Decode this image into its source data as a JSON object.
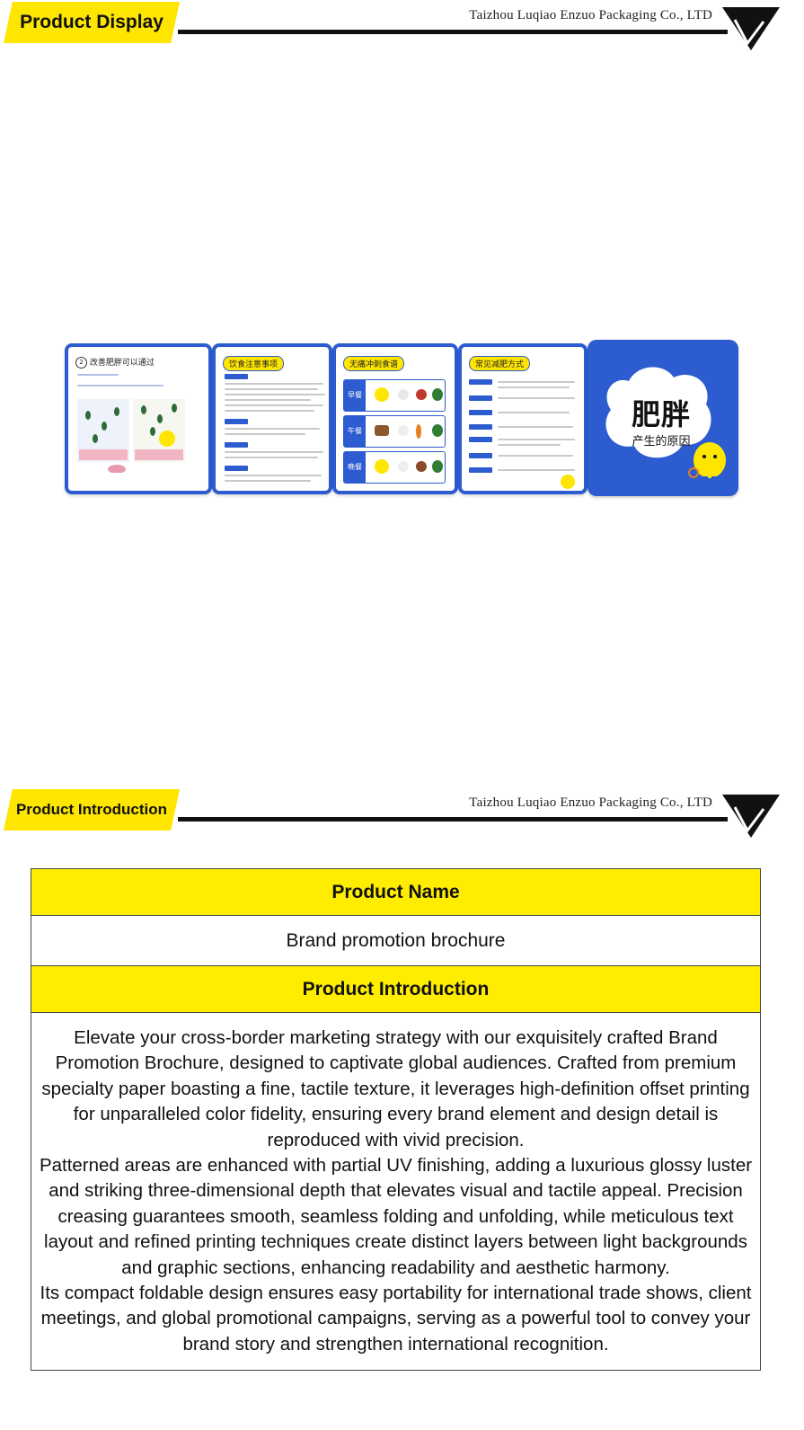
{
  "header_display": {
    "tag": "Product Display",
    "company": "Taizhou Luqiao Enzuo Packaging Co., LTD"
  },
  "brochure": {
    "panel1_title": "改善肥胖可以通过",
    "panel2_title": "饮食注意事项",
    "panel3_title": "无痛冲刺食谱",
    "panel3_meals": [
      "早餐",
      "午餐",
      "晚餐"
    ],
    "panel4_title": "常见减肥方式",
    "cover_title": "肥胖",
    "cover_subtitle": "产生的原因"
  },
  "header_intro": {
    "tag": "Product Introduction",
    "company": "Taizhou Luqiao Enzuo Packaging Co., LTD"
  },
  "table": {
    "name_heading": "Product Name",
    "name_value": "Brand promotion brochure",
    "intro_heading": "Product Introduction",
    "paragraphs": [
      "Elevate your cross-border marketing strategy with our exquisitely crafted Brand Promotion Brochure,  designed to captivate global audiences. Crafted from premium specialty paper boasting a fine, tactile texture, it leverages high-definition offset printing for unparalleled color fidelity,  ensuring every brand element and design detail is reproduced with vivid precision.",
      "Patterned areas are enhanced with partial UV finishing,  adding a luxurious glossy luster and striking three-dimensional depth that elevates visual and tactile appeal. Precision  creasing guarantees smooth, seamless folding and unfolding,  while meticulous text layout and refined printing techniques create distinct layers between light backgrounds and  graphic sections, enhancing readability and aesthetic harmony.",
      "Its compact foldable design ensures easy portability for international trade shows, client meetings,  and global promotional campaigns,  serving as a powerful tool to convey your brand story and strengthen international recognition."
    ]
  },
  "colors": {
    "accent_yellow": "#ffe600",
    "brochure_blue": "#2d5bd0",
    "rule_black": "#111111"
  }
}
